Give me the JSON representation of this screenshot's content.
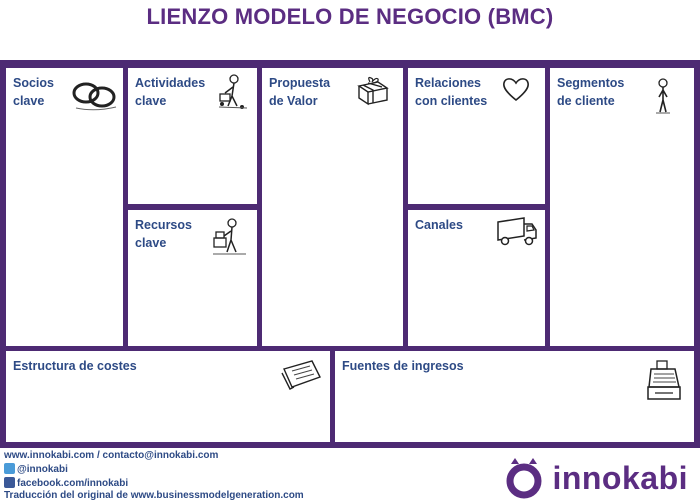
{
  "title": "LIENZO MODELO DE NEGOCIO (BMC)",
  "blocks": {
    "partners": "Socios\nclave",
    "activities": "Actividades\nclave",
    "resources": "Recursos\nclave",
    "value": "Propuesta\nde Valor",
    "relations": "Relaciones\ncon clientes",
    "channels": "Canales",
    "segments": "Segmentos\nde cliente",
    "costs": "Estructura de costes",
    "revenue": "Fuentes de ingresos"
  },
  "icons": {
    "partners": "chain-link-icon",
    "activities": "worker-cart-icon",
    "resources": "worker-boxes-icon",
    "value": "gift-icon",
    "relations": "heart-icon",
    "channels": "truck-icon",
    "segments": "person-icon",
    "costs": "receipt-icon",
    "revenue": "cash-register-icon"
  },
  "footer": {
    "line1": "www.innokabi.com  /  contacto@innokabi.com",
    "twitter": "@innokabi",
    "facebook": "facebook.com/innokabi",
    "credit": "Traducción del original de www.businessmodelgeneration.com"
  },
  "brand": {
    "name": "innokabi"
  },
  "colors": {
    "frame": "#4d2a73",
    "title": "#5b2d82",
    "label": "#2d4a85",
    "twitter": "#4a9bd8",
    "facebook": "#3b5998"
  }
}
